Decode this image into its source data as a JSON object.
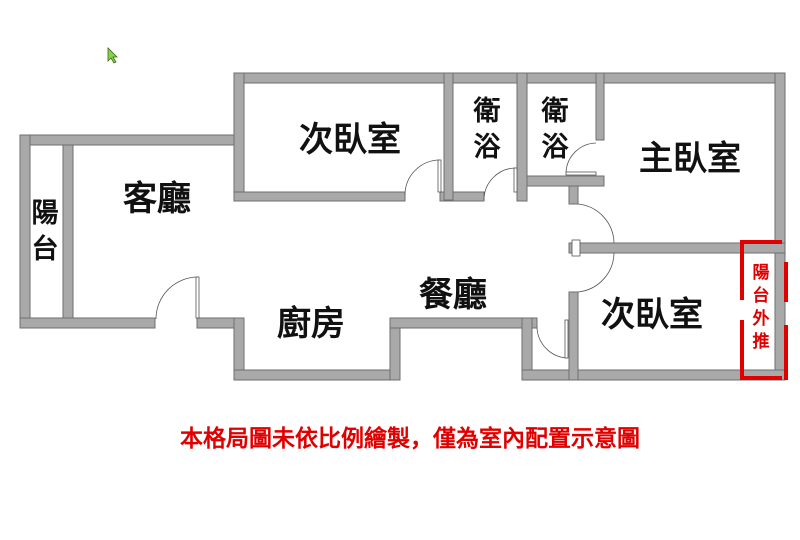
{
  "floorplan": {
    "rooms": {
      "second_bedroom_top": "次臥室",
      "living_room": "客廳",
      "balcony_left": [
        "陽",
        "台"
      ],
      "bathroom_1": [
        "衛",
        "浴"
      ],
      "bathroom_2": [
        "衛",
        "浴"
      ],
      "master_bedroom": "主臥室",
      "dining_room": "餐廳",
      "kitchen": "廚房",
      "second_bedroom_bottom": "次臥室",
      "balcony_extended": [
        "陽",
        "台",
        "外",
        "推"
      ]
    },
    "caption": "本格局圖未依比例繪製，僅為室內配置示意圖",
    "colors": {
      "wall": "#a9a9a9",
      "annotation": "#e00000",
      "text": "#111111"
    }
  }
}
